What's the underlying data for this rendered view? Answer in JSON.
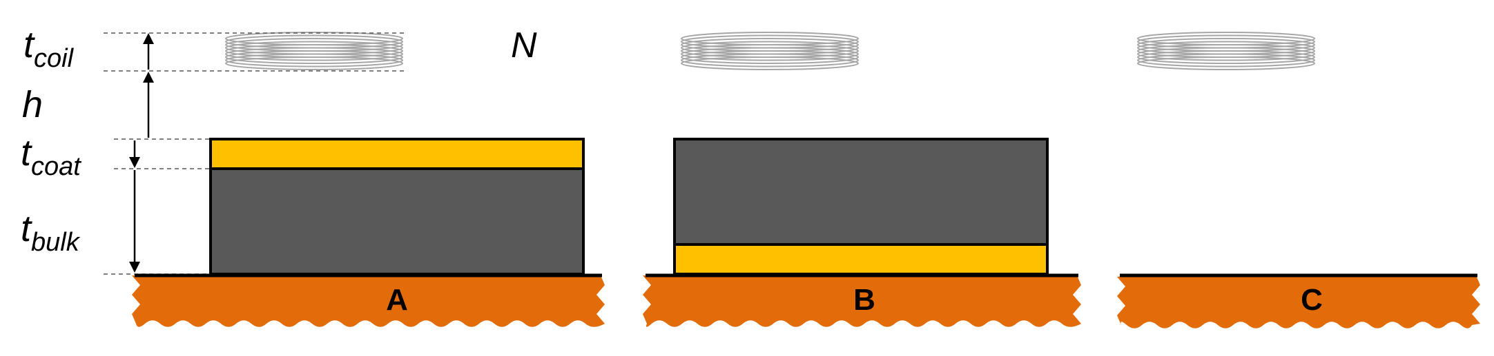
{
  "labels": {
    "t_coil": {
      "main": "t",
      "sub": "coil"
    },
    "h": "h",
    "t_coat": {
      "main": "t",
      "sub": "coat"
    },
    "t_bulk": {
      "main": "t",
      "sub": "bulk"
    },
    "turns": "N"
  },
  "configurations": [
    {
      "id": "A",
      "label": "A",
      "layer_order_top_to_bottom": [
        "coat",
        "bulk"
      ]
    },
    {
      "id": "B",
      "label": "B",
      "layer_order_top_to_bottom": [
        "bulk",
        "coat"
      ]
    },
    {
      "id": "C",
      "label": "C",
      "layer_order_top_to_bottom": []
    }
  ],
  "colors": {
    "coat": "#FFC000",
    "bulk": "#595959",
    "substrate": "#E36C0A",
    "coil": "#A6A6A6",
    "outline": "#000000"
  }
}
